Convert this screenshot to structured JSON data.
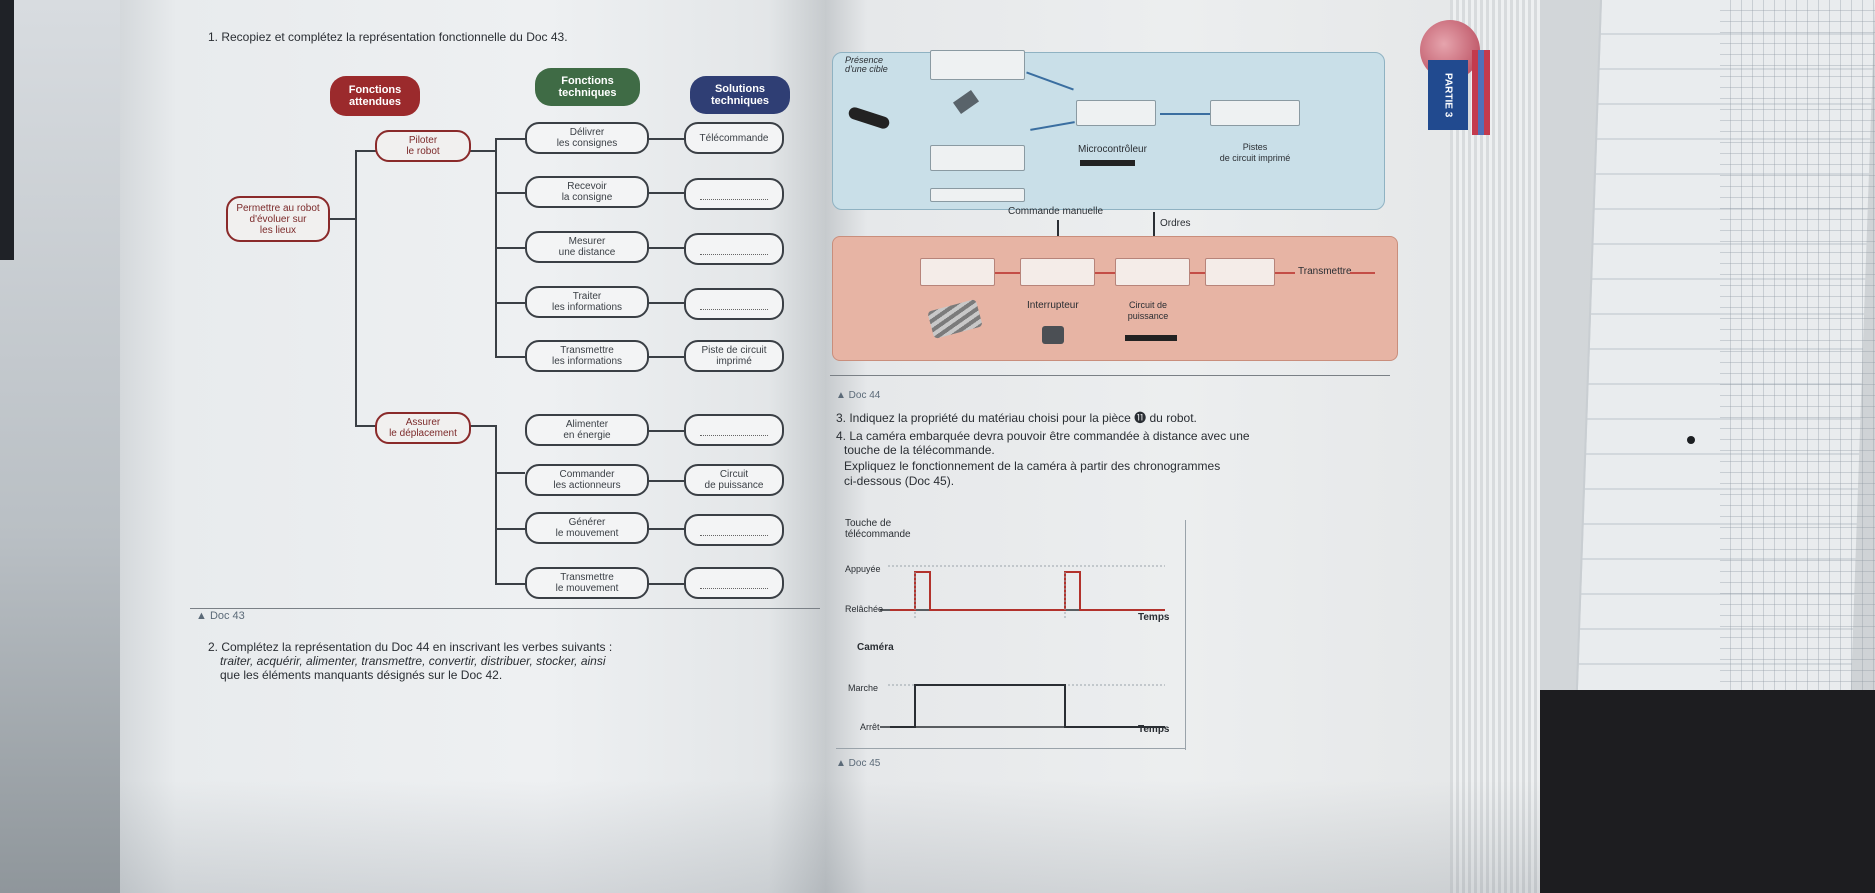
{
  "left_page": {
    "q1": "1. Recopiez et complétez la représentation fonctionnelle du Doc 43.",
    "headers": {
      "fonctions_attendues": [
        "Fonctions",
        "attendues"
      ],
      "fonctions_techniques": [
        "Fonctions",
        "techniques"
      ],
      "solutions_techniques": [
        "Solutions",
        "techniques"
      ]
    },
    "root": [
      "Permettre au robot",
      "d'évoluer sur",
      "les lieux"
    ],
    "fa1": [
      "Piloter",
      "le robot"
    ],
    "fa2": [
      "Assurer",
      "le déplacement"
    ],
    "ft": [
      [
        "Délivrer",
        "les consignes"
      ],
      [
        "Recevoir",
        "la consigne"
      ],
      [
        "Mesurer",
        "une distance"
      ],
      [
        "Traiter",
        "les informations"
      ],
      [
        "Transmettre",
        "les informations"
      ],
      [
        "Alimenter",
        "en énergie"
      ],
      [
        "Commander",
        "les actionneurs"
      ],
      [
        "Générer",
        "le mouvement"
      ],
      [
        "Transmettre",
        "le mouvement"
      ]
    ],
    "st": [
      [
        "Télécommande",
        ""
      ],
      [
        "",
        ""
      ],
      [
        "",
        ""
      ],
      [
        "",
        ""
      ],
      [
        "Piste de circuit",
        "imprimé"
      ],
      [
        "",
        ""
      ],
      [
        "Circuit",
        "de puissance"
      ],
      [
        "",
        ""
      ],
      [
        "",
        ""
      ]
    ],
    "doc43": "▲ Doc 43",
    "q2_line1": "2. Complétez la représentation du Doc 44 en inscrivant les verbes suivants :",
    "q2_line2": "traiter, acquérir, alimenter, transmettre, convertir, distribuer, stocker, ainsi",
    "q2_line3": "que les éléments manquants désignés sur le Doc 42."
  },
  "right_page": {
    "presence": [
      "Présence",
      "d'une cible"
    ],
    "microcontroleur": "Microcontrôleur",
    "pistes": [
      "Pistes",
      "de circuit imprimé"
    ],
    "commande_manuelle": "Commande manuelle",
    "ordres": "Ordres",
    "transmettre": "Transmettre",
    "interrupteur": "Interrupteur",
    "circuit_puissance": [
      "Circuit de",
      "puissance"
    ],
    "doc44": "▲ Doc 44",
    "q3": "3. Indiquez la propriété du matériau choisi pour la pièce ⓫ du robot.",
    "q4_line1": "4. La caméra embarquée devra pouvoir être commandée à distance avec une",
    "q4_line2": "touche de la télécommande.",
    "q4_line3": "Expliquez le fonctionnement de la caméra à partir des chronogrammes",
    "q4_line4": "ci-dessous (Doc 45).",
    "chrono1": {
      "title": [
        "Touche de",
        "télécommande"
      ],
      "high": "Appuyée",
      "low": "Relâchée",
      "axis": "Temps"
    },
    "chrono2": {
      "title": "Caméra",
      "high": "Marche",
      "low": "Arrêt",
      "axis": "Temps"
    },
    "doc45": "▲ Doc 45",
    "partie": "PARTIE 3"
  },
  "colors": {
    "fa_red": "#9b2a2c",
    "ft_green": "#3f6b45",
    "st_blue": "#2f3e74",
    "panel_blue": "#c9dfe8",
    "panel_orange": "#e7b4a4",
    "signal_red": "#b2322c"
  }
}
